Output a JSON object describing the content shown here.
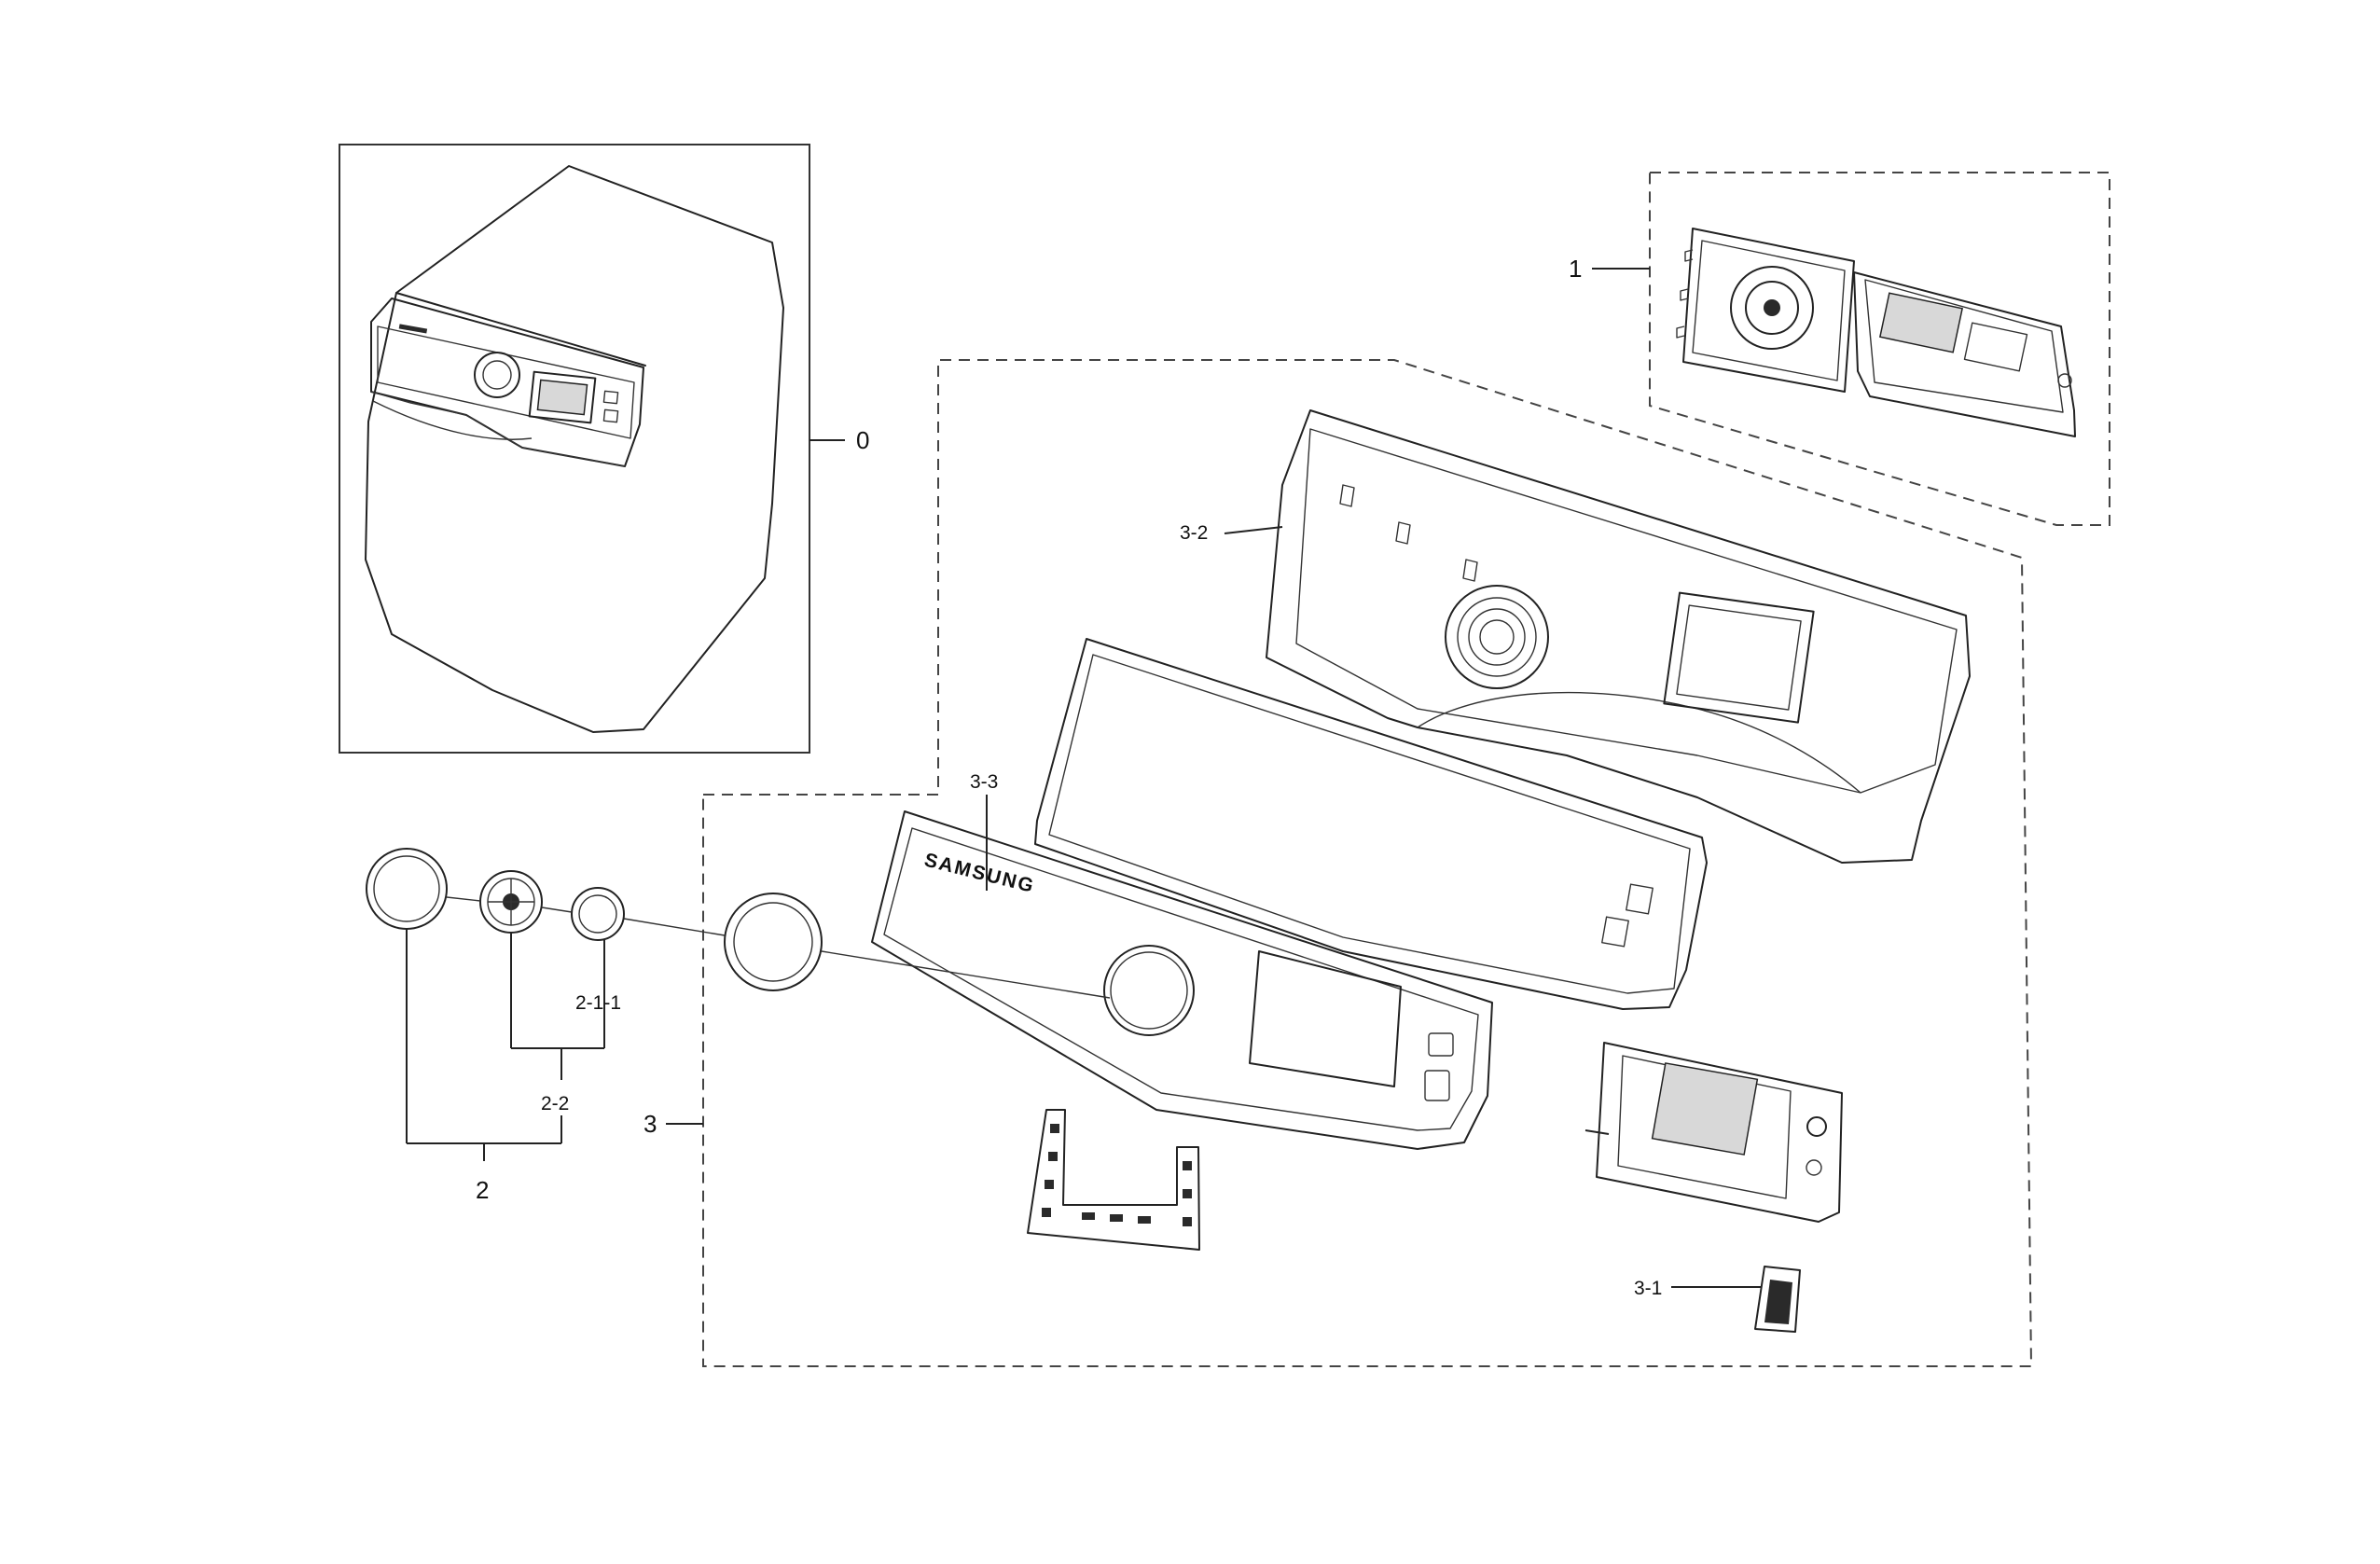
{
  "diagram": {
    "callouts": {
      "c0": "0",
      "c1": "1",
      "c2": "2",
      "c2_1_1": "2-1-1",
      "c2_2": "2-2",
      "c3": "3",
      "c3_1": "3-1",
      "c3_2": "3-2",
      "c3_3": "3-3"
    },
    "brand_marks": {
      "panel_logo": "SAMSUNG"
    },
    "parts": [
      {
        "label": "0",
        "icon": "washer-assembly-icon"
      },
      {
        "label": "1",
        "icon": "pcb-control-board-icon"
      },
      {
        "label": "2",
        "icon": "knob-assembly-icon"
      },
      {
        "label": "2-1-1",
        "icon": "knob-cap-icon"
      },
      {
        "label": "2-2",
        "icon": "knob-ring-icon"
      },
      {
        "label": "3",
        "icon": "control-panel-assembly-icon"
      },
      {
        "label": "3-1",
        "icon": "button-icon"
      },
      {
        "label": "3-2",
        "icon": "control-panel-frame-icon"
      },
      {
        "label": "3-3",
        "icon": "panel-overlay-icon"
      }
    ]
  }
}
